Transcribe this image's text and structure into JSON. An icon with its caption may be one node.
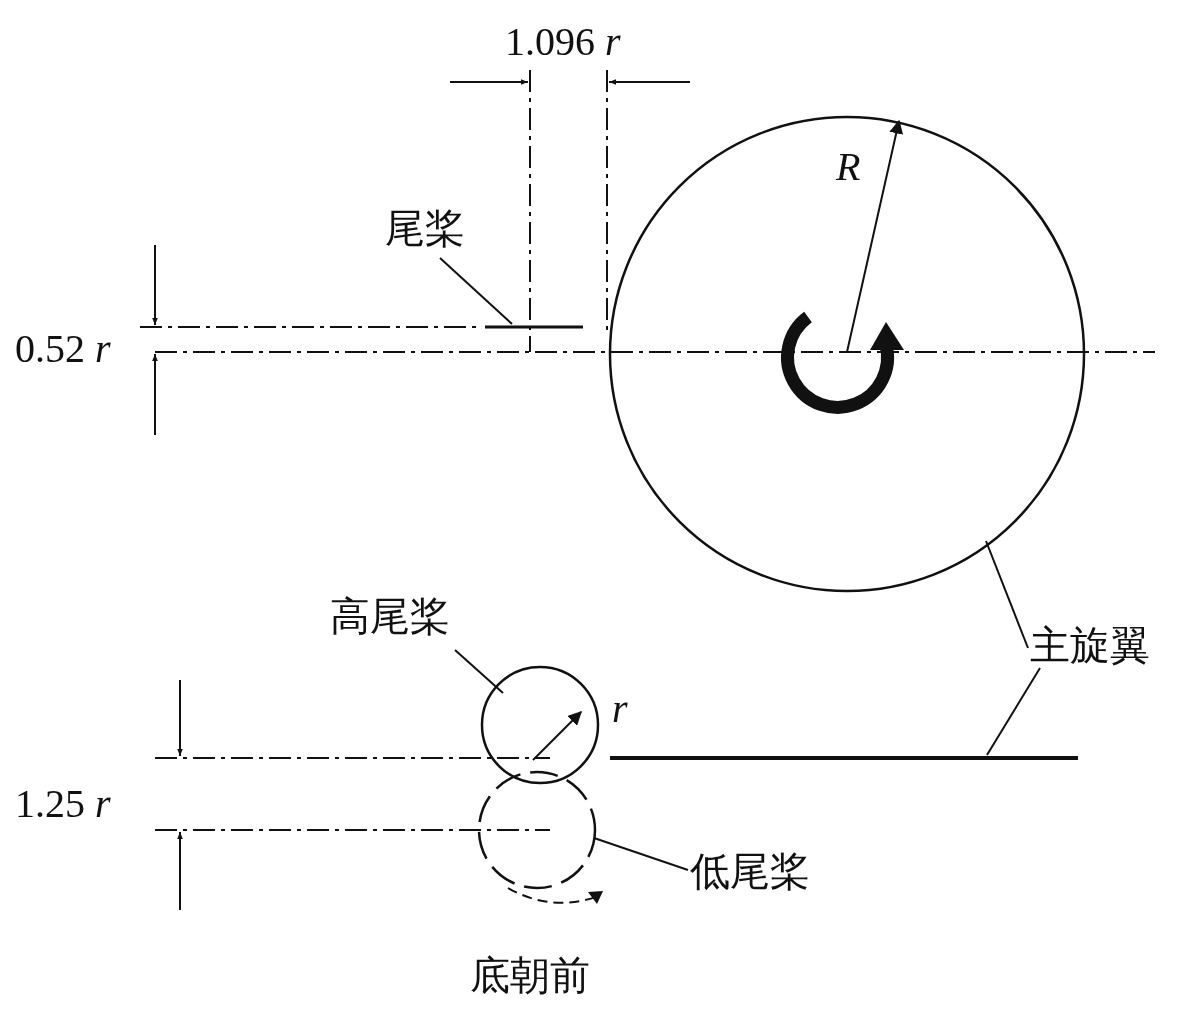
{
  "diagram": {
    "nodes": [
      {
        "text": [
          "尾桨"
        ]
      },
      {
        "text": [],
        "shape": "bar"
      },
      {
        "text": [],
        "shape": "circle"
      },
      {
        "text": [
          "主旋翼"
        ]
      },
      {
        "text": [],
        "shape": "bar"
      },
      {
        "text": [
          "高尾桨"
        ]
      },
      {
        "text": [],
        "shape": "circle"
      },
      {
        "text": [],
        "shape": "circle"
      },
      {
        "text": [
          "低尾桨"
        ]
      }
    ],
    "edges": [
      {
        "from": 0,
        "to": 1,
        "arrow": "none"
      },
      {
        "from": 3,
        "to": 2,
        "arrow": "none"
      },
      {
        "from": 3,
        "to": 4,
        "arrow": "none"
      },
      {
        "from": 5,
        "to": 6,
        "arrow": "none"
      },
      {
        "from": 8,
        "to": 7,
        "arrow": "none"
      }
    ],
    "labels": [
      "1.096 *r*",
      "R",
      "0.52 *r*",
      "r",
      "1.25 *r*",
      "底朝前"
    ]
  }
}
